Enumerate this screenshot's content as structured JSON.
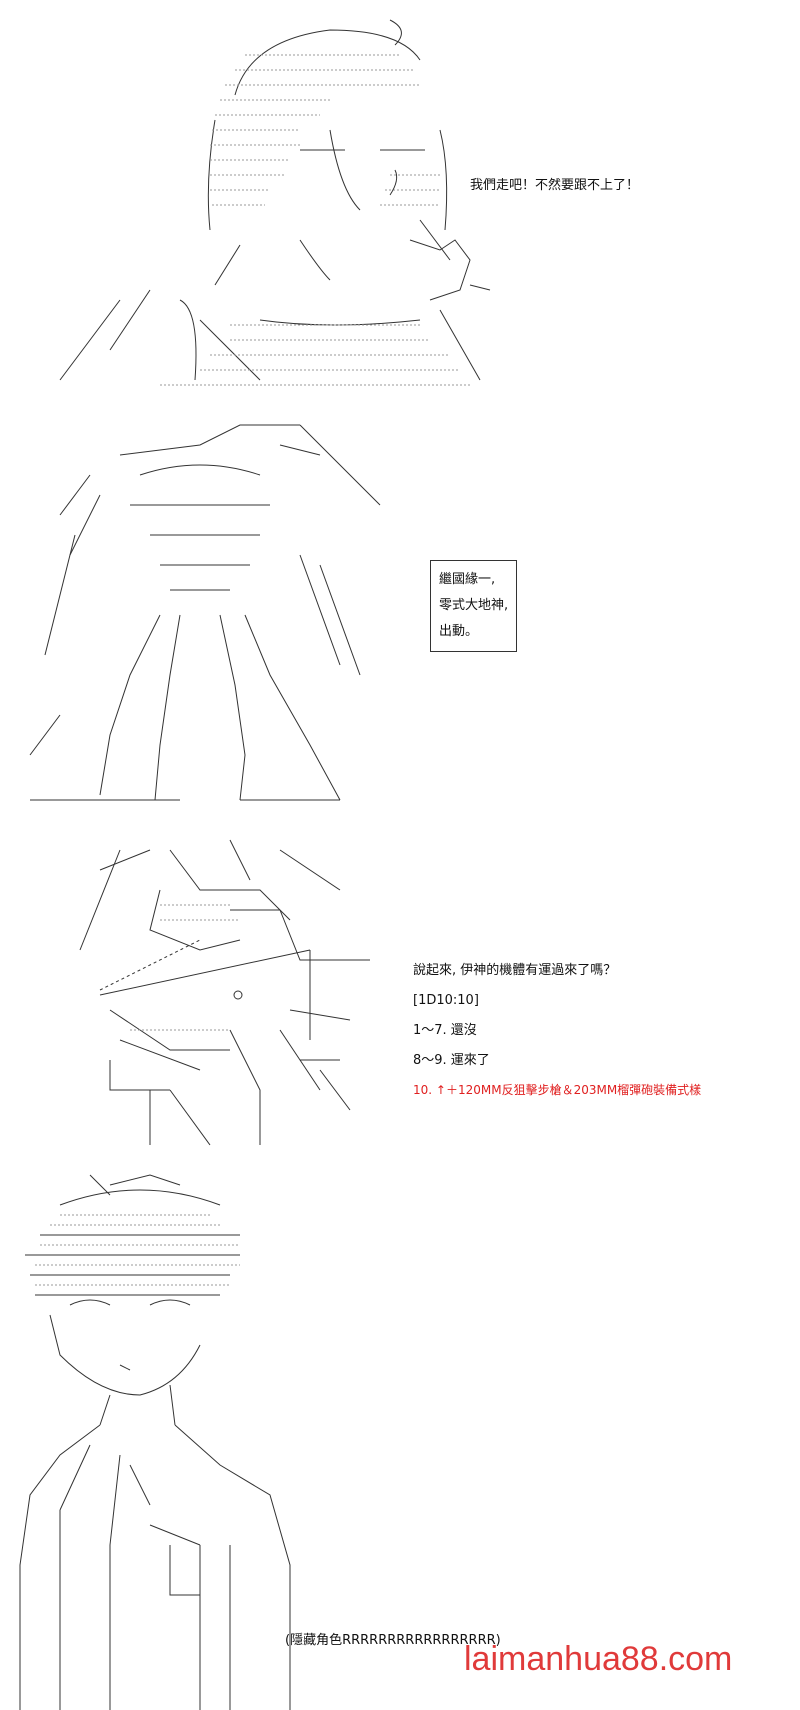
{
  "panel1": {
    "speech": "我們走吧！不然要跟不上了！"
  },
  "panel2": {
    "box_lines": [
      "繼國緣一,",
      "零式大地神,",
      "出動。"
    ]
  },
  "panel3": {
    "question": "說起來, 伊神的機體有運過來了嗎？",
    "dice": "[1D10:10]",
    "options": [
      "1～7. 還沒",
      "8～9. 運來了",
      "10. ↑＋120MM反狙擊步槍＆203MM榴彈砲裝備式樣"
    ]
  },
  "panel4": {
    "caption": "(隱藏角色RRRRRRRRRRRRRRRRR)"
  },
  "watermark": {
    "text": "laimanhua88.com",
    "color": "#e03a3a"
  }
}
